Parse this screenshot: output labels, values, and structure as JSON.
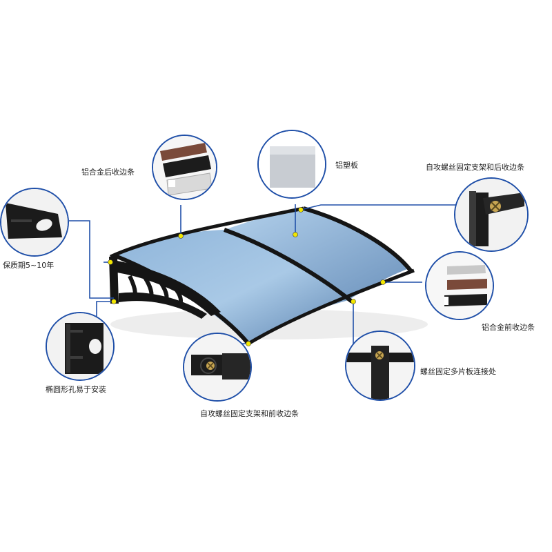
{
  "labels": {
    "rear_strip": "铝合金后收边条",
    "panel": "铝塑板",
    "bracket_rear": "自攻螺丝固定支架和后收边条",
    "warranty": "保质期5~10年",
    "front_strip": "铝合金前收边条",
    "oval_hole": "椭圆形孔易于安装",
    "joint": "螺丝固定多片板连接处",
    "bracket_front": "自攻螺丝固定支架和前收边条"
  },
  "colors": {
    "callout_border": "#1f4fa8",
    "leader_line": "#1f4fa8",
    "marker_dot": "#f2e600",
    "canopy_light": "#a9c9e6",
    "canopy_dark": "#6f95bd",
    "frame": "#151515"
  }
}
